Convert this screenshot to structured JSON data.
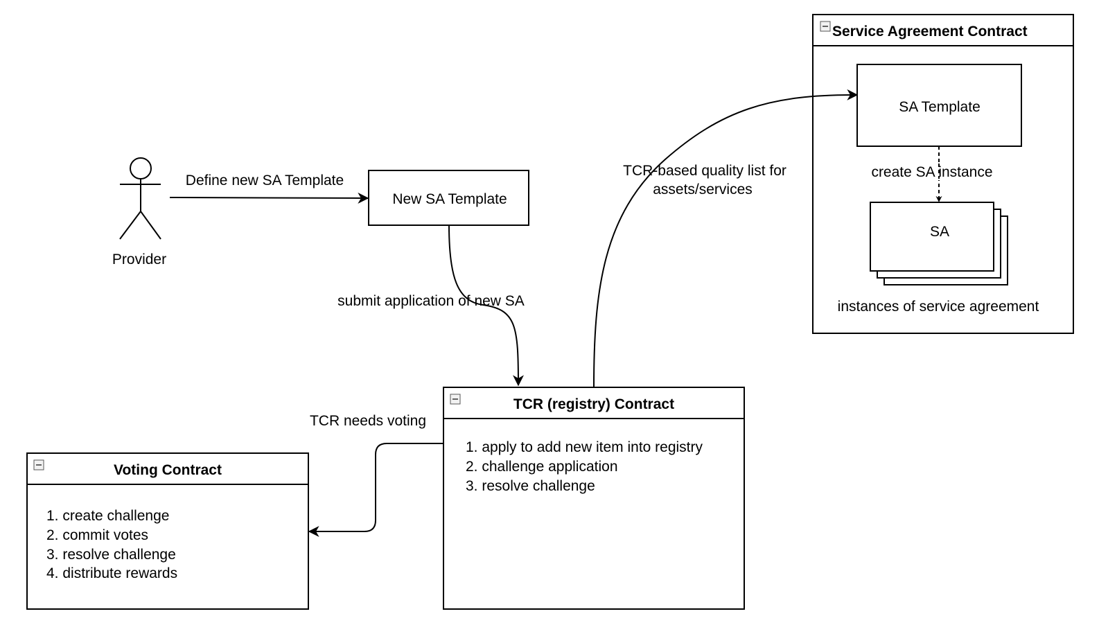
{
  "actor": {
    "label": "Provider"
  },
  "edges": {
    "define_template": "Define new SA Template",
    "submit_application": "submit application  of new SA",
    "tcr_quality_list": [
      "TCR-based quality list for",
      "assets/services"
    ],
    "tcr_needs_voting": "TCR needs voting",
    "create_instance": "create SA instance"
  },
  "new_sa_template": {
    "label": "New SA Template"
  },
  "service_agreement_contract": {
    "title": "Service Agreement Contract",
    "sa_template": "SA Template",
    "sa_instance": "SA",
    "instances_caption": "instances of service agreement"
  },
  "tcr_contract": {
    "title": "TCR (registry) Contract",
    "items": [
      "1. apply to add new item into registry",
      "2. challenge application",
      "3. resolve challenge"
    ]
  },
  "voting_contract": {
    "title": "Voting Contract",
    "items": [
      "1. create challenge",
      "2. commit votes",
      "3. resolve challenge",
      "4. distribute rewards"
    ]
  }
}
